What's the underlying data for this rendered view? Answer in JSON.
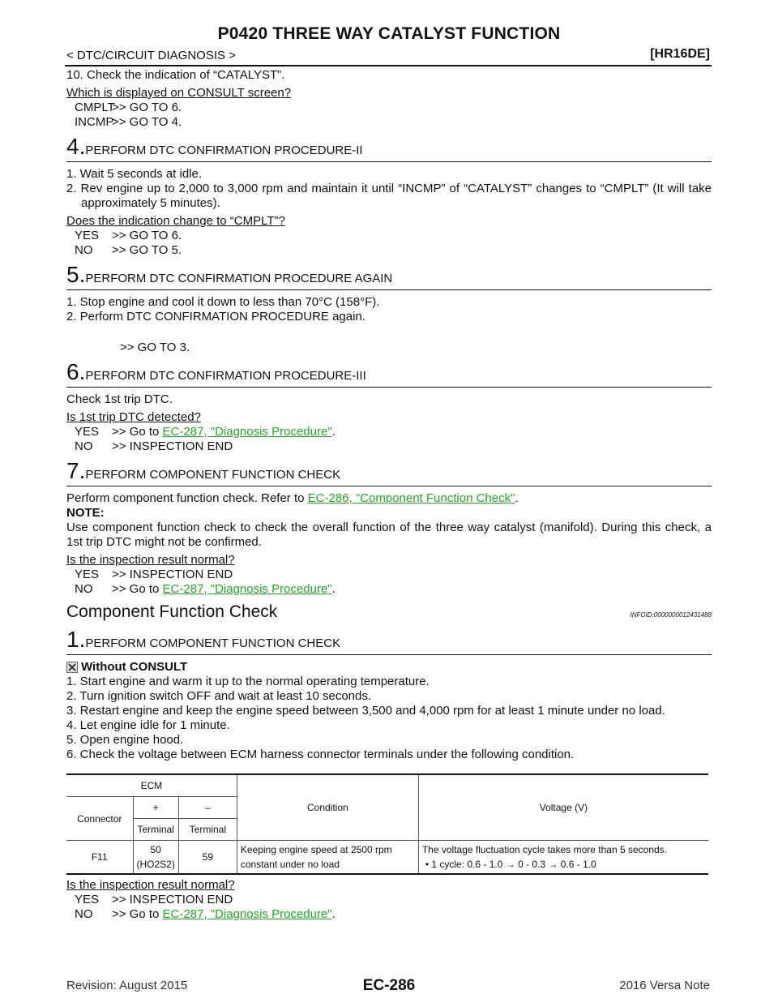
{
  "header": {
    "title": "P0420 THREE WAY CATALYST FUNCTION",
    "breadcrumb": "< DTC/CIRCUIT DIAGNOSIS >",
    "engine": "[HR16DE]"
  },
  "intro": {
    "item10": "10. Check the indication of “CATALYST”.",
    "question": "Which is displayed on CONSULT screen?",
    "ans1_key": "CMPLT",
    "ans1_val": ">> GO TO 6.",
    "ans2_key": "INCMP",
    "ans2_val": ">> GO TO 4."
  },
  "step4": {
    "num": "4.",
    "title": "PERFORM DTC CONFIRMATION PROCEDURE-II",
    "item1": "1. Wait 5 seconds at idle.",
    "item2": "2. Rev engine up to 2,000 to 3,000 rpm and maintain it until “INCMP” of “CATALYST” changes to “CMPLT” (It will take approximately 5 minutes).",
    "question": "Does the indication change to “CMPLT”?",
    "yes_key": "YES",
    "yes_val": ">> GO TO 6.",
    "no_key": "NO",
    "no_val": ">> GO TO 5."
  },
  "step5": {
    "num": "5.",
    "title": "PERFORM DTC CONFIRMATION PROCEDURE AGAIN",
    "item1": "1. Stop engine and cool it down to less than 70°C (158°F).",
    "item2": "2. Perform DTC CONFIRMATION PROCEDURE again.",
    "goto": ">> GO TO 3."
  },
  "step6": {
    "num": "6.",
    "title": "PERFORM DTC CONFIRMATION PROCEDURE-III",
    "text": "Check 1st trip DTC.",
    "question": "Is 1st trip DTC detected?",
    "yes_key": "YES",
    "yes_val": ">> Go to ",
    "yes_link": "EC-287, \"Diagnosis Procedure\"",
    "no_key": "NO",
    "no_val": ">> INSPECTION END"
  },
  "step7": {
    "num": "7.",
    "title": "PERFORM COMPONENT FUNCTION CHECK",
    "text": "Perform component function check. Refer to ",
    "link": "EC-286, \"Component Function Check\"",
    "note_label": "NOTE:",
    "note": "Use component function check to check the overall function of the three way catalyst (manifold). During this check, a 1st trip DTC might not be confirmed.",
    "question": "Is the inspection result normal?",
    "yes_key": "YES",
    "yes_val": ">> INSPECTION END",
    "no_key": "NO",
    "no_val": ">> Go to ",
    "no_link": "EC-287, \"Diagnosis Procedure\""
  },
  "section": {
    "heading": "Component Function Check",
    "infoid": "INFOID:0000000012431488"
  },
  "step1": {
    "num": "1.",
    "title": "PERFORM COMPONENT FUNCTION CHECK",
    "without": "Without CONSULT",
    "items": [
      "1. Start engine and warm it up to the normal operating temperature.",
      "2. Turn ignition switch OFF and wait at least 10 seconds.",
      "3. Restart engine and keep the engine speed between 3,500 and 4,000 rpm for at least 1 minute under no load.",
      "4. Let engine idle for 1 minute.",
      "5. Open engine hood.",
      "6. Check the voltage between ECM harness connector terminals under the following condition."
    ]
  },
  "table": {
    "ecm": "ECM",
    "connector": "Connector",
    "plus": "+",
    "minus": "–",
    "terminal": "Terminal",
    "condition": "Condition",
    "voltage": "Voltage (V)",
    "row_connector": "F11",
    "row_plus": "50",
    "row_plus_sub": "(HO2S2)",
    "row_minus": "59",
    "row_condition": "Keeping engine speed at 2500 rpm constant under no load",
    "row_voltage": "The voltage fluctuation cycle takes more than 5 seconds.",
    "row_voltage_bullet": "• 1 cycle: 0.6 - 1.0 → 0 - 0.3 → 0.6 - 1.0"
  },
  "final": {
    "question": "Is the inspection result normal?",
    "yes_key": "YES",
    "yes_val": ">> INSPECTION END",
    "no_key": "NO",
    "no_val": ">> Go to ",
    "no_link": "EC-287, \"Diagnosis Procedure\""
  },
  "footer": {
    "revision": "Revision: August 2015",
    "page": "EC-286",
    "model": "2016 Versa Note"
  }
}
